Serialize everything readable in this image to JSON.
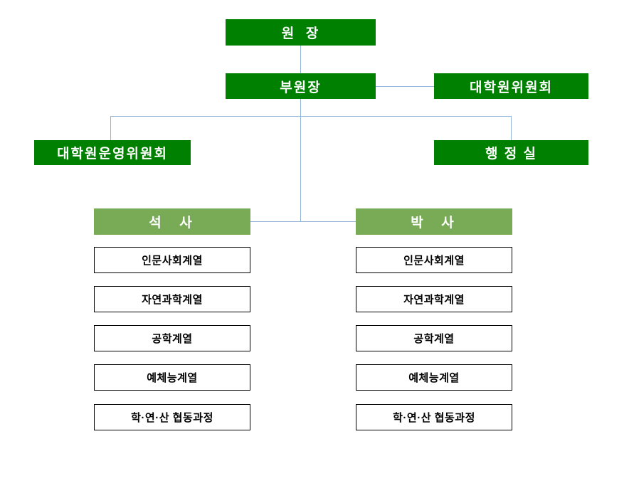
{
  "org": {
    "director": "원  장",
    "vice_director": "부원장",
    "grad_committee": "대학원위원회",
    "operating_committee": "대학원운영위원회",
    "admin_office": "행 정 실",
    "master": {
      "label": "석  사",
      "items": [
        "인문사회계열",
        "자연과학계열",
        "공학계열",
        "예체능계열",
        "학·연·산 협동과정"
      ]
    },
    "doctor": {
      "label": "박  사",
      "items": [
        "인문사회계열",
        "자연과학계열",
        "공학계열",
        "예체능계열",
        "학·연·산 협동과정"
      ]
    },
    "colors": {
      "dark_green": "#008000",
      "light_green": "#79AB56",
      "connector": "#95B3D7",
      "sub_box_border": "#000000"
    }
  }
}
